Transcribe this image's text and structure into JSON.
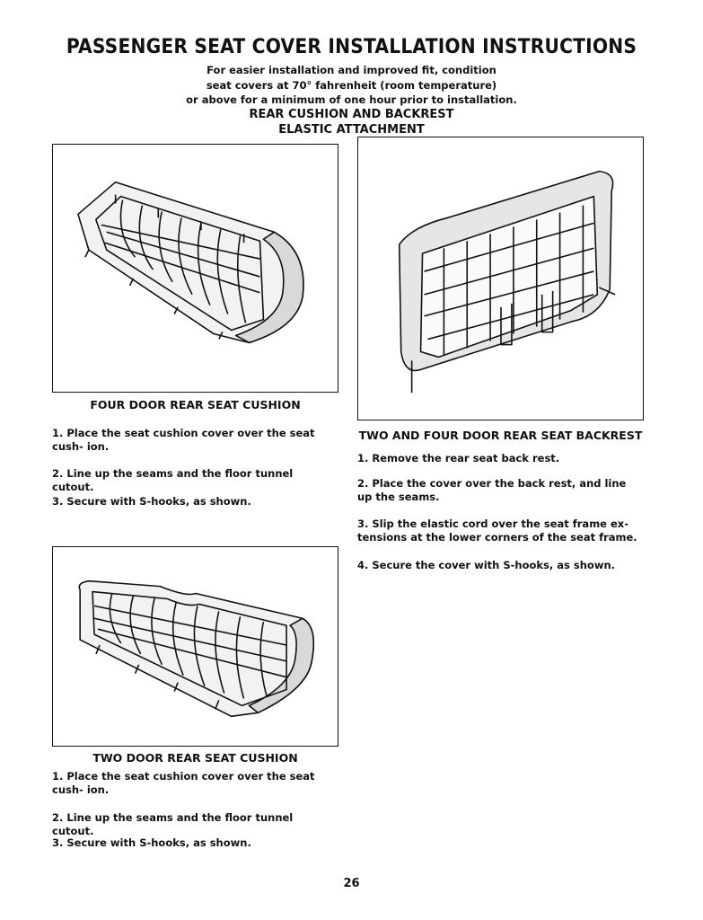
{
  "page": {
    "title": "PASSENGER SEAT COVER INSTALLATION INSTRUCTIONS",
    "intro_lines": [
      "For easier installation and improved fit, condition",
      "seat covers at 70° fahrenheit (room temperature)",
      "or above for a minimum of one hour prior to installation."
    ],
    "section_title_lines": [
      "REAR CUSHION AND BACKREST",
      "ELASTIC ATTACHMENT"
    ],
    "page_number": "26"
  },
  "four_door_cushion": {
    "caption": "FOUR DOOR REAR SEAT CUSHION",
    "steps": [
      "1. Place the seat cushion cover over the seat cush- ion.",
      "2. Line up the seams and the floor tunnel cutout.",
      "3. Secure with S-hooks, as shown."
    ]
  },
  "backrest": {
    "caption": "TWO AND FOUR DOOR REAR SEAT BACKREST",
    "steps": [
      "1. Remove the rear seat back rest.",
      "2. Place the cover over the back rest, and line up the seams.",
      "3. Slip the elastic cord over the seat frame ex- tensions at the lower corners of the seat frame.",
      "4. Secure the cover with S-hooks, as shown."
    ]
  },
  "two_door_cushion": {
    "caption": "TWO DOOR REAR SEAT CUSHION",
    "steps": [
      "1. Place the seat cushion cover over the seat cush- ion.",
      "2. Line up the seams and the floor tunnel cutout.",
      "3. Secure with S-hooks, as shown."
    ]
  }
}
